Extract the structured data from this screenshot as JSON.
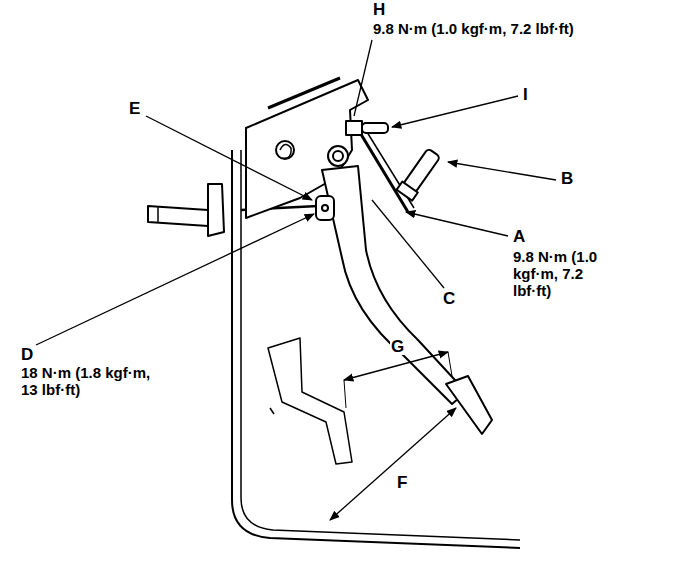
{
  "diagram": {
    "labels": [
      "H",
      "9.8 N·m (1.0 kgf·m, 7.2 lbf·ft)",
      "I",
      "E",
      "B",
      "A",
      "9.8 N·m (1.0 kgf·m, 7.2 lbf·ft)",
      "C",
      "D",
      "18 N·m (1.8 kgf·m, 13 lbf·ft)",
      "G",
      "F"
    ]
  }
}
